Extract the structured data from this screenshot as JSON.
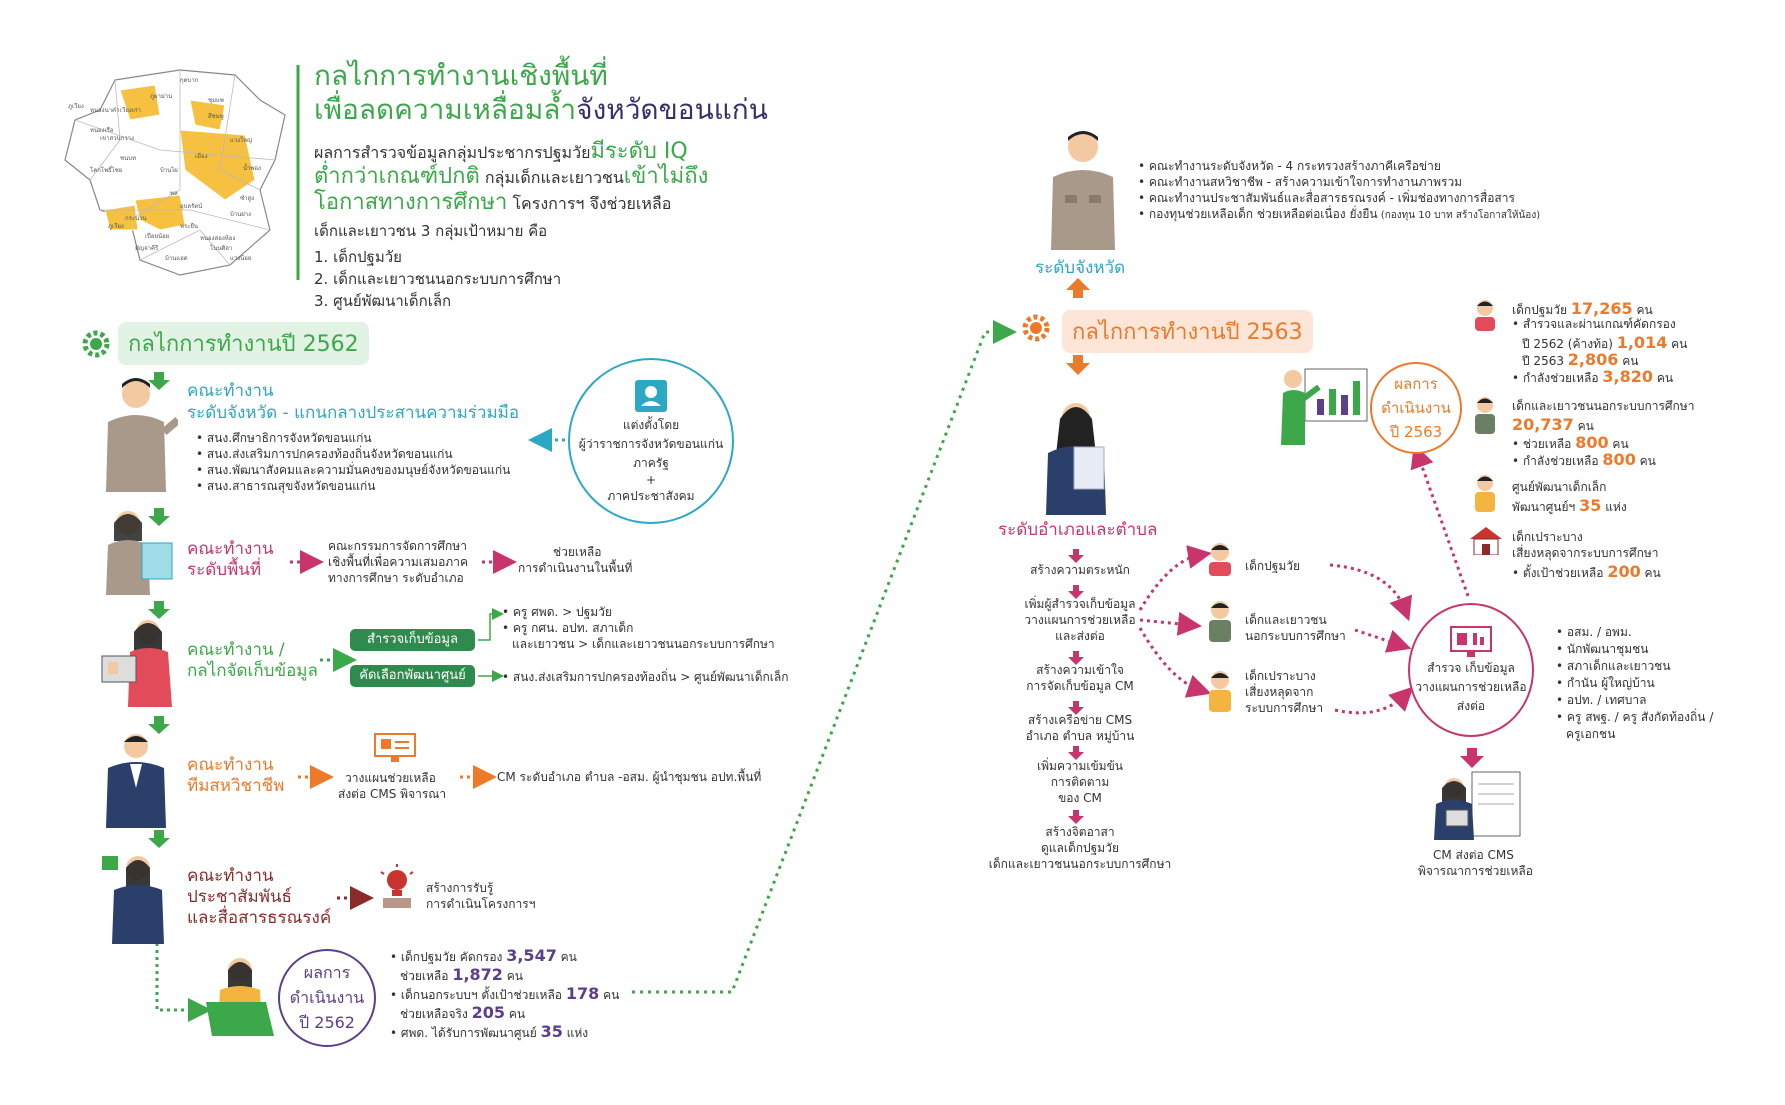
{
  "header": {
    "title_line1": "กลไกการทำงานเชิงพื้นที่",
    "title_line2_a": "เพื่อลดความเหลื่อมล้ำ",
    "title_line2_b": "จังหวัดขอนแก่น",
    "survey_a": "ผลการสำรวจข้อมูลกลุ่มประชากรปฐมวัย",
    "survey_b": "มีระดับ IQ",
    "survey_c": "ต่ำกว่าเกณฑ์ปกติ",
    "survey_d": " กลุ่มเด็กและเยาวชน",
    "survey_e": "เข้าไม่ถึง",
    "survey_f": "โอกาสทางการศึกษา",
    "survey_g": " โครงการฯ จึงช่วยเหลือ",
    "targets_intro": "เด็กและเยาวชน 3 กลุ่มเป้าหมาย คือ",
    "targets": [
      "1. เด็กปฐมวัย",
      "2. เด็กและเยาวชนนอกระบบการศึกษา",
      "3. ศูนย์พัฒนาเด็กเล็ก"
    ]
  },
  "left": {
    "heading": "กลไกการทำงานปี 2562",
    "s1_title1": "คณะทำงาน",
    "s1_title2": "ระดับจังหวัด - แกนกลางประสานความร่วมมือ",
    "s1_items": [
      "สนง.ศึกษาธิการจังหวัดขอนแก่น",
      "สนง.ส่งเสริมการปกครองท้องถิ่นจังหวัดขอนแก่น",
      "สนง.พัฒนาสังคมและความมั่นคงของมนุษย์จังหวัดขอนแก่น",
      "สนง.สาธารณสุขจังหวัดขอนแก่น"
    ],
    "appoint_1": "แต่งตั้งโดย",
    "appoint_2": "ผู้ว่าราชการจังหวัดขอนแก่น",
    "appoint_3": "ภาครัฐ",
    "appoint_4": "+",
    "appoint_5": "ภาคประชาสังคม",
    "s2_title1": "คณะทำงาน",
    "s2_title2": "ระดับพื้นที่",
    "s2_text1": "คณะกรรมการจัดการศึกษา",
    "s2_text2": "เชิงพื้นที่เพื่อความเสมอภาค",
    "s2_text3": "ทางการศึกษา ระดับอำเภอ",
    "s2_help1": "ช่วยเหลือ",
    "s2_help2": "การดำเนินงานในพื้นที่",
    "s3_title1": "คณะทำงาน /",
    "s3_title2": "กลไกจัดเก็บข้อมูล",
    "s3_btn1": "สำรวจเก็บข้อมูล",
    "s3_btn2": "คัดเลือกพัฒนาศูนย์",
    "s3_b1_1": "• ครู ศพด. > ปฐมวัย",
    "s3_b1_2": "• ครู กศน. อปท. สภาเด็ก",
    "s3_b1_3": "และเยาวชน > เด็กและเยาวชนนอกระบบการศึกษา",
    "s3_b2": "• สนง.ส่งเสริมการปกครองท้องถิ่น > ศูนย์พัฒนาเด็กเล็ก",
    "s4_title1": "คณะทำงาน",
    "s4_title2": "ทีมสหวิชาชีพ",
    "s4_text1": "วางแผนช่วยเหลือ",
    "s4_text2": "ส่งต่อ CMS พิจารณา",
    "s4_text3": "CM ระดับอำเภอ ตำบล -อสม. ผู้นำชุมชน อปท.พื้นที่",
    "s5_title1": "คณะทำงาน",
    "s5_title2": "ประชาสัมพันธ์",
    "s5_title3": "และสื่อสารธรณรงค์",
    "s5_text1": "สร้างการรับรู้",
    "s5_text2": "การดำเนินโครงการฯ",
    "result_1": "ผลการ",
    "result_2": "ดำเนินงาน",
    "result_3": "ปี 2562",
    "res_a1": "เด็กปฐมวัย คัดกรอง ",
    "res_a1v": "3,547",
    "res_a1u": " คน",
    "res_a2": "ช่วยเหลือ ",
    "res_a2v": "1,872",
    "res_a2u": " คน",
    "res_b1": "เด็กนอกระบบฯ ตั้งเป้าช่วยเหลือ ",
    "res_b1v": "178",
    "res_b1u": " คน",
    "res_b2": "ช่วยเหลือจริง ",
    "res_b2v": "205",
    "res_b2u": " คน",
    "res_c": "ศพด. ได้รับการพัฒนาศูนย์ ",
    "res_cv": "35",
    "res_cu": " แห่ง"
  },
  "right": {
    "prov_items": [
      "คณะทำงานระดับจังหวัด - 4 กระทรวงสร้างภาคีเครือข่าย",
      "คณะทำงานสหวิชาชีพ - สร้างความเข้าใจการทำงานภาพรวม",
      "คณะทำงานประชาสัมพันธ์และสื่อสารธรณรงค์ - เพิ่มช่องทางการสื่อสาร"
    ],
    "prov_item4": "กองทุนช่วยเหลือเด็ก ช่วยเหลือต่อเนื่อง ยั่งยืน",
    "prov_item4_note": " (กองทุน 10 บาท สร้างโอกาสให้น้อง)",
    "prov_label": "ระดับจังหวัด",
    "heading": "กลไกการทำงานปี 2563",
    "district_label": "ระดับอำเภอและตำบล",
    "steps": [
      "สร้างความตระหนัก",
      "เพิ่มผู้สำรวจเก็บข้อมูล|วางแผนการช่วยเหลือ|และส่งต่อ",
      "สร้างความเข้าใจ|การจัดเก็บข้อมูล CM",
      "สร้างเครือข่าย CMS|อำเภอ ตำบล หมู่บ้าน",
      "เพิ่มความเข้มข้น|การติดตาม|ของ CM",
      "สร้างจิตอาสา|ดูแลเด็กปฐมวัย|เด็กและเยาวชนนอกระบบการศึกษา"
    ],
    "grp1": "เด็กปฐมวัย",
    "grp2_1": "เด็กและเยาวชน",
    "grp2_2": "นอกระบบการศึกษา",
    "grp3_1": "เด็กเปราะบาง",
    "grp3_2": "เสี่ยงหลุดจาก",
    "grp3_3": "ระบบการศึกษา",
    "survey_1": "สำรวจ เก็บข้อมูล",
    "survey_2": "วางแผนการช่วยเหลือ",
    "survey_3": "ส่งต่อ",
    "actors": [
      "อสม. / อพม.",
      "นักพัฒนาชุมชน",
      "สภาเด็กและเยาวชน",
      "กำนัน ผู้ใหญ่บ้าน",
      "อปท. / เทศบาล",
      "ครู สพฐ. / ครู สังกัดท้องถิ่น /",
      "ครูเอกชน"
    ],
    "cm_1": "CM ส่งต่อ CMS",
    "cm_2": "พิจารณาการช่วยเหลือ",
    "result_1": "ผลการ",
    "result_2": "ดำเนินงาน",
    "result_3": "ปี 2563",
    "r1_a": "เด็กปฐมวัย ",
    "r1_av": "17,265",
    "r1_au": " คน",
    "r1_b": "• สำรวจและผ่านเกณฑ์คัดกรอง",
    "r1_c": "ปี 2562 (ค้างท้อ) ",
    "r1_cv": "1,014",
    "r1_cu": " คน",
    "r1_d": "ปี 2563 ",
    "r1_dv": "2,806",
    "r1_du": " คน",
    "r1_e": "• กำลังช่วยเหลือ ",
    "r1_ev": "3,820",
    "r1_eu": " คน",
    "r2_a": "เด็กและเยาวชนนอกระบบการศึกษา",
    "r2_bv": "20,737",
    "r2_bu": " คน",
    "r2_c": "• ช่วยเหลือ ",
    "r2_cv": "800",
    "r2_cu": " คน",
    "r2_d": "• กำลังช่วยเหลือ ",
    "r2_dv": "800",
    "r2_du": " คน",
    "r3_a": "ศูนย์พัฒนาเด็กเล็ก",
    "r3_b": "พัฒนาศูนย์ฯ ",
    "r3_bv": "35",
    "r3_bu": " แห่ง",
    "r4_a": "เด็กเปราะบาง",
    "r4_b": "เสี่ยงหลุดจากระบบการศึกษา",
    "r4_c": "• ตั้งเป้าช่วยเหลือ ",
    "r4_cv": "200",
    "r4_cu": " คน"
  },
  "map_labels": [
    "กุดบาก",
    "ภูเวียง",
    "หนองนาคำ",
    "เวียงเก่า",
    "ชุมแพ",
    "สีชมพู",
    "ภูผาม่าน",
    "หนองเรือ",
    "บ้านไผ่",
    "เมือง",
    "ชนบท",
    "แวงใหญ่",
    "พล",
    "น้ำพอง",
    "อุบลรัตน์",
    "กระนวน",
    "เขาสวนกวาง",
    "ซำสูง",
    "บ้านฝาง",
    "พระยืน",
    "โคกโพธิ์ไชย",
    "มัญจาคีรี",
    "บ้านแฮด",
    "โนนศิลา",
    "แวงน้อย",
    "เปือยน้อย",
    "หนองสองห้อง",
    "ภูเวียง"
  ],
  "colors": {
    "green": "#3da84a",
    "teal": "#2aa8c4",
    "pink": "#c8356d",
    "orange": "#ec7a2a",
    "purple": "#5b3f8c",
    "map": "#f6c041"
  }
}
